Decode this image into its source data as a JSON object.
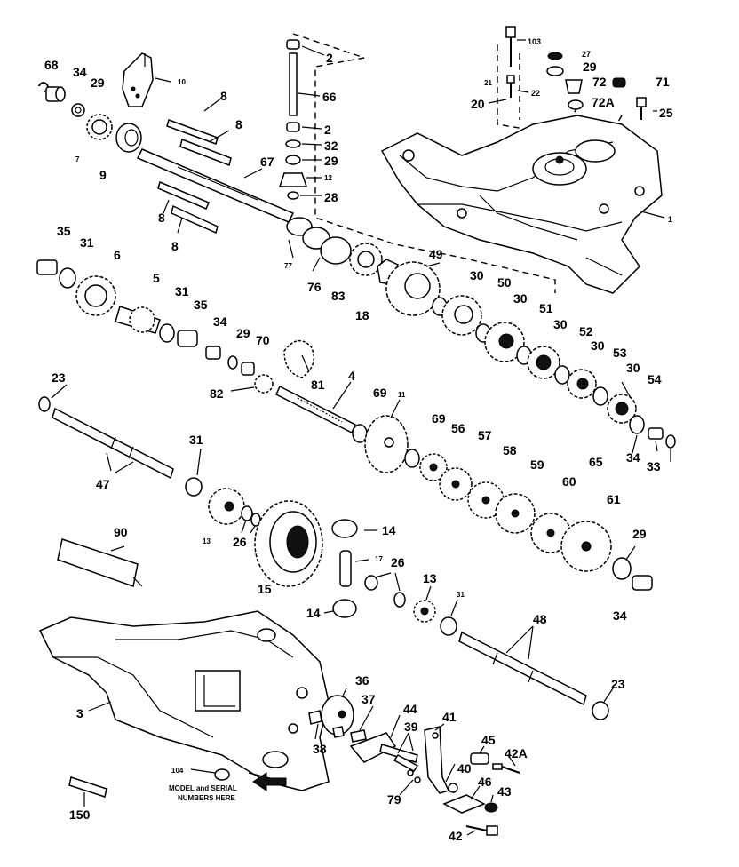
{
  "diagram": {
    "model_note": "MODEL and SERIAL NUMBERS HERE",
    "labels": {
      "p68": "68",
      "p34a": "34",
      "p29a": "29",
      "p7": "7",
      "p9": "9",
      "p10": "10",
      "p8a": "8",
      "p8b": "8",
      "p8c": "8",
      "p8d": "8",
      "p67": "67",
      "p2a": "2",
      "p66": "66",
      "p2b": "2",
      "p32": "32",
      "p29b": "29",
      "p12": "12",
      "p28": "28",
      "p103": "103",
      "p27": "27",
      "p29c": "29",
      "p21": "21",
      "p72": "72",
      "p71": "71",
      "p22": "22",
      "p20": "20",
      "p72a": "72A",
      "p25": "25",
      "p1": "1",
      "p35a": "35",
      "p31a": "31",
      "p6": "6",
      "p77": "77",
      "p76": "76",
      "p83": "83",
      "p18": "18",
      "p49": "49",
      "p30a": "30",
      "p50": "50",
      "p30b": "30",
      "p51": "51",
      "p30c": "30",
      "p52": "52",
      "p30d": "30",
      "p53": "53",
      "p30e": "30",
      "p54": "54",
      "p5": "5",
      "p31b": "31",
      "p35b": "35",
      "p34b": "34",
      "p29d": "29",
      "p70": "70",
      "p81": "81",
      "p82": "82",
      "p4": "4",
      "p69a": "69",
      "p11": "11",
      "p23a": "23",
      "p69b": "69",
      "p56": "56",
      "p57": "57",
      "p58": "58",
      "p59": "59",
      "p60": "60",
      "p61": "61",
      "p65": "65",
      "p34c": "34",
      "p33": "33",
      "p47": "47",
      "p31c": "31",
      "p13a": "13",
      "p26a": "26",
      "p15": "15",
      "p14a": "14",
      "p17": "17",
      "p26b": "26",
      "p13b": "13",
      "p31d": "31",
      "p90": "90",
      "p14b": "14",
      "p29e": "29",
      "p34d": "34",
      "p48": "48",
      "p3": "3",
      "p36": "36",
      "p37": "37",
      "p44": "44",
      "p41": "41",
      "p39": "39",
      "p45": "45",
      "p42a": "42A",
      "p38": "38",
      "p40": "40",
      "p104": "104",
      "p79": "79",
      "p46": "46",
      "p43": "43",
      "p150": "150",
      "p42": "42",
      "p23b": "23"
    }
  }
}
